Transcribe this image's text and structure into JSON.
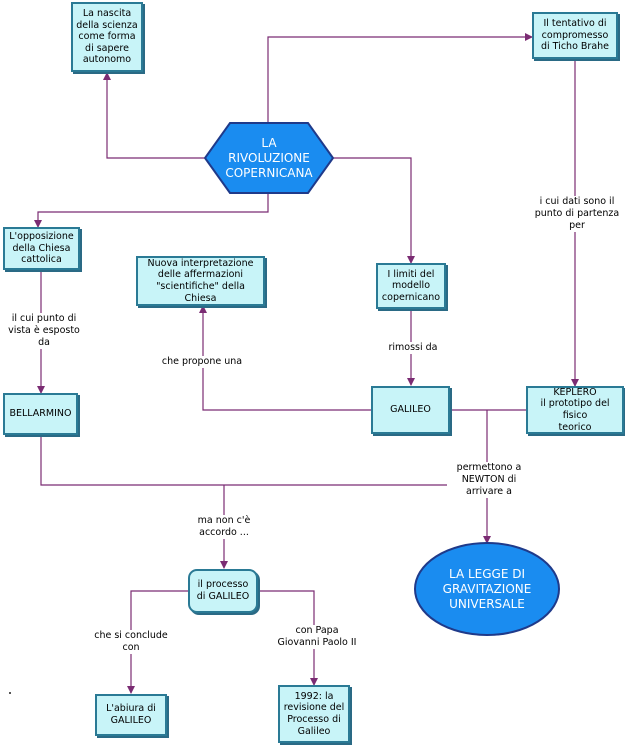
{
  "center": {
    "text": "LA\nRIVOLUZIONE\nCOPERNICANA"
  },
  "goal": {
    "text": "LA LEGGE DI\nGRAVITAZIONE\nUNIVERSALE"
  },
  "nodes": {
    "nascita": "La nascita\ndella scienza\ncome forma\ndi sapere\nautonomo",
    "tentativo": "Il tentativo di\ncompromesso\ndi Ticho Brahe",
    "opposizione": "L'opposizione\ndella Chiesa\ncattolica",
    "nuova": "Nuova interpretazione\ndelle affermazioni\n\"scientifiche\" della\nChiesa",
    "limiti": "I limiti del\nmodello\ncopernicano",
    "bellarmino": "BELLARMINO",
    "galileo": "GALILEO",
    "keplero": "KEPLERO\nil prototipo del fisico\nteorico",
    "processo": "il processo\ndi GALILEO",
    "abiura": "L'abiura di\nGALILEO",
    "revisione": "1992: la\nrevisione del\nProcesso di\nGalileo"
  },
  "labels": {
    "dati": "i cui dati sono il\npunto di partenza\nper",
    "punto_vista": "il cui punto di\nvista è esposto\nda",
    "rimossi": "rimossi da",
    "propone": "che propone una",
    "permettono": "permettono a\nNEWTON di\narrivare a",
    "accordo": "ma non c'è\naccordo ...",
    "conclude": "che si conclude\ncon",
    "papa": "con Papa\nGiovanni Paolo II"
  },
  "colors": {
    "connector": "#7b2c73",
    "node_fill": "#c8f4f8",
    "node_border": "#2a7a95",
    "shape_fill": "#1a8cf0",
    "shape_border": "#1f3a8a"
  }
}
